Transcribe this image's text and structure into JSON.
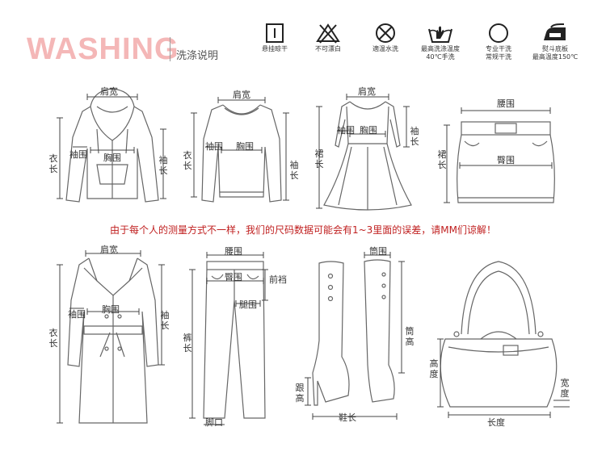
{
  "header": {
    "title": "WASHING",
    "subtitle": "洗涤说明",
    "care_items": [
      {
        "icon": "hang-dry-icon",
        "label": "悬挂晾干"
      },
      {
        "icon": "no-bleach-icon",
        "label": "不可漂白"
      },
      {
        "icon": "no-water-wash-icon",
        "label": "適温水洗"
      },
      {
        "icon": "hand-wash-icon",
        "label": "最高洗涤温度\n40℃手洗"
      },
      {
        "icon": "dry-clean-icon",
        "label": "专业干洗\n常规干洗"
      },
      {
        "icon": "iron-icon",
        "label": "熨斗底板\n最高温度150℃"
      }
    ]
  },
  "notice": "由于每个人的测量方式不一样，我们的尺码数据可能会有1~3里面的误差，请MM们谅解！",
  "garments": {
    "hoodie": {
      "shoulder": "肩宽",
      "length": "衣长",
      "sleeve_width": "袖围",
      "chest": "胸围",
      "sleeve_length": "袖长"
    },
    "tshirt": {
      "shoulder": "肩宽",
      "length": "衣长",
      "sleeve_width": "袖围",
      "chest": "胸围",
      "sleeve_length": "袖长"
    },
    "dress": {
      "shoulder": "肩宽",
      "length": "裙长",
      "sleeve_width": "袖围",
      "chest": "胸围",
      "sleeve_length": "袖长"
    },
    "skirt": {
      "waist": "腰围",
      "length": "裙长",
      "hip": "臀围"
    },
    "coat": {
      "shoulder": "肩宽",
      "length": "衣长",
      "sleeve_width": "袖围",
      "chest": "胸围",
      "sleeve_length": "袖长"
    },
    "pants": {
      "waist": "腰围",
      "hip": "臀围",
      "rise": "前裆",
      "thigh": "腿围",
      "length": "裤长",
      "hem": "脚口"
    },
    "boots": {
      "shaft_width": "筒围",
      "shaft_height": "筒高",
      "heel": "跟高",
      "shoe_length": "鞋长"
    },
    "bag": {
      "height": "高度",
      "depth": "宽度",
      "length": "长度"
    }
  }
}
